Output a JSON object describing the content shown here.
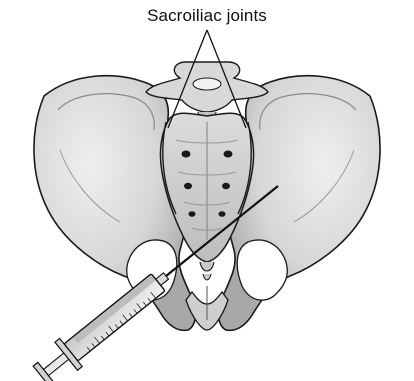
{
  "diagram": {
    "callout_label": "Sacroiliac joints",
    "colors": {
      "bone_fill": "#d2d2d2",
      "bone_light": "#e6e6e6",
      "bone_shadow": "#9a9a9a",
      "outline": "#1a1a1a",
      "background": "#ffffff"
    },
    "icons": [
      "pelvis-illustration",
      "sacrum-illustration",
      "syringe-icon",
      "needle-icon"
    ]
  }
}
